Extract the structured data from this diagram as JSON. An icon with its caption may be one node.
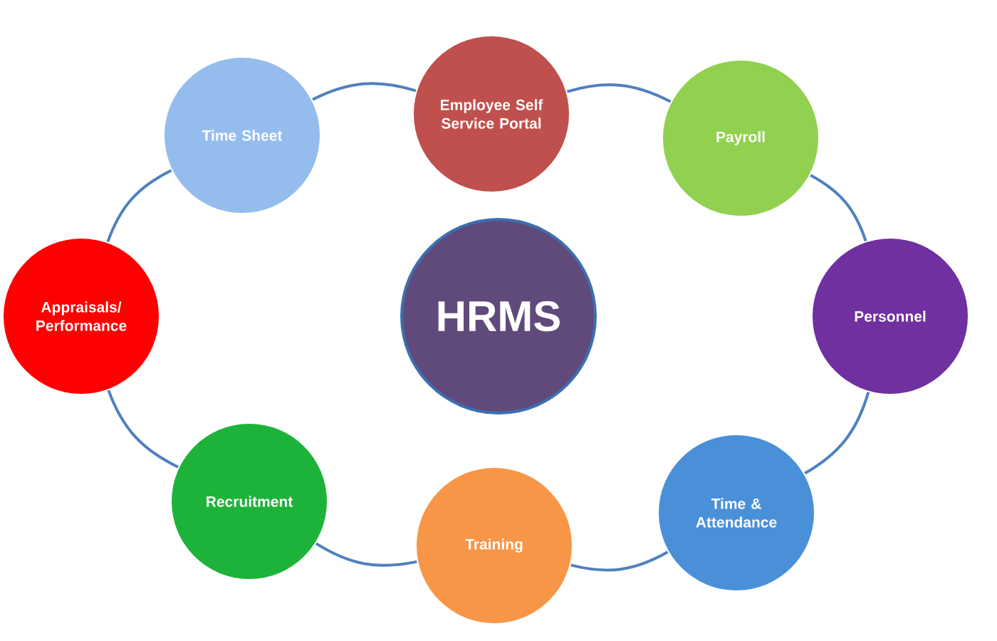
{
  "diagram": {
    "nodes": [
      {
        "text": [
          "HRMS"
        ]
      },
      {
        "text": [
          "Employee Self Service Portal"
        ]
      },
      {
        "text": [
          "Payroll"
        ]
      },
      {
        "text": [
          "Personnel"
        ]
      },
      {
        "text": [
          "Time & Attendance"
        ]
      },
      {
        "text": [
          "Training"
        ]
      },
      {
        "text": [
          "Recruitment"
        ]
      },
      {
        "text": [
          "Appraisals/ Performance"
        ]
      },
      {
        "text": [
          "Time Sheet"
        ]
      }
    ],
    "edges": [
      {
        "from": 1,
        "to": 2,
        "arrow": "none"
      },
      {
        "from": 2,
        "to": 3,
        "arrow": "none"
      },
      {
        "from": 3,
        "to": 4,
        "arrow": "none"
      },
      {
        "from": 4,
        "to": 5,
        "arrow": "none"
      },
      {
        "from": 5,
        "to": 6,
        "arrow": "none"
      },
      {
        "from": 6,
        "to": 7,
        "arrow": "none"
      },
      {
        "from": 7,
        "to": 8,
        "arrow": "none"
      },
      {
        "from": 8,
        "to": 1,
        "arrow": "none"
      }
    ]
  }
}
